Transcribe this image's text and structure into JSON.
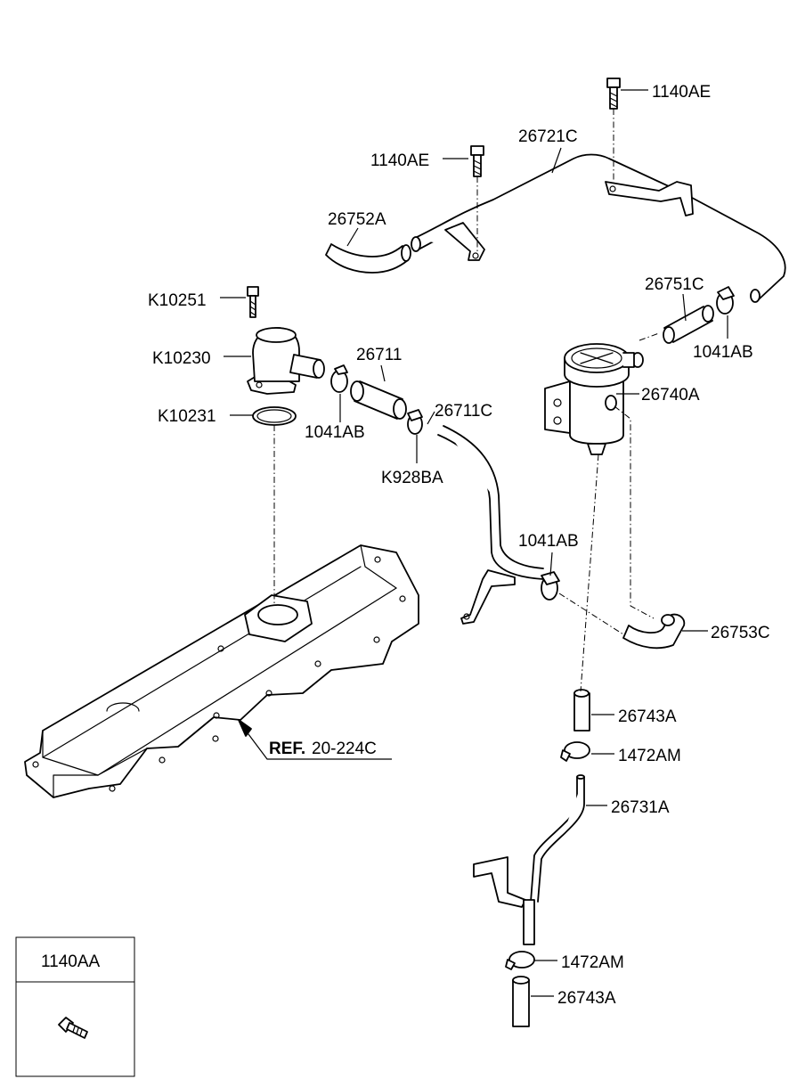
{
  "labels": {
    "l_1140AE_top": "1140AE",
    "l_26721C": "26721C",
    "l_1140AE_mid": "1140AE",
    "l_26752A": "26752A",
    "l_K10251": "K10251",
    "l_26751C": "26751C",
    "l_K10230": "K10230",
    "l_26711": "26711",
    "l_1041AB_r": "1041AB",
    "l_26740A": "26740A",
    "l_K10231": "K10231",
    "l_26711C": "26711C",
    "l_1041AB_l": "1041AB",
    "l_K928BA": "K928BA",
    "l_1041AB_c": "1041AB",
    "l_26753C": "26753C",
    "l_26743A_1": "26743A",
    "l_1472AM_1": "1472AM",
    "l_26731A": "26731A",
    "l_1472AM_2": "1472AM",
    "l_26743A_2": "26743A"
  },
  "reference": {
    "prefix": "REF.",
    "code": "20-224C"
  },
  "inset": {
    "title": "1140AA"
  }
}
